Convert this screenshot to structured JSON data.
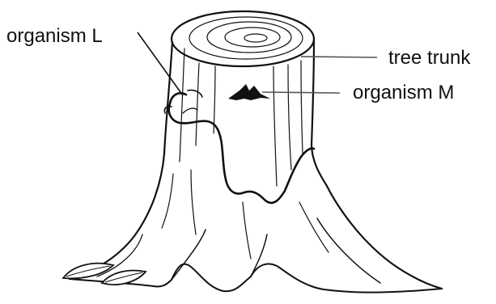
{
  "labels": {
    "organism_l": "organism L",
    "tree_trunk": "tree trunk",
    "organism_m": "organism M"
  },
  "colors": {
    "ink": "#111111",
    "leader": "#555555",
    "background": "#ffffff"
  }
}
